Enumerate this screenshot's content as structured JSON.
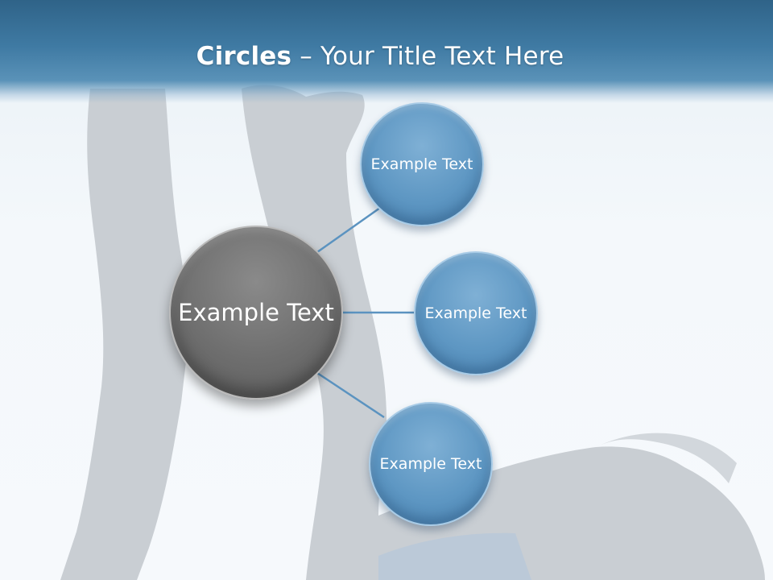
{
  "slide": {
    "title_bold": "Circles",
    "title_rest": " – Your Title Text Here"
  },
  "diagram": {
    "center": {
      "label": "Example Text"
    },
    "nodes": [
      {
        "label": "Example Text"
      },
      {
        "label": "Example Text"
      },
      {
        "label": "Example Text"
      }
    ]
  },
  "colors": {
    "title_band": "#3f7aa3",
    "node_blue": "#5e97c3",
    "center_grey": "#6e6e6e",
    "connector": "#5b93c0"
  }
}
